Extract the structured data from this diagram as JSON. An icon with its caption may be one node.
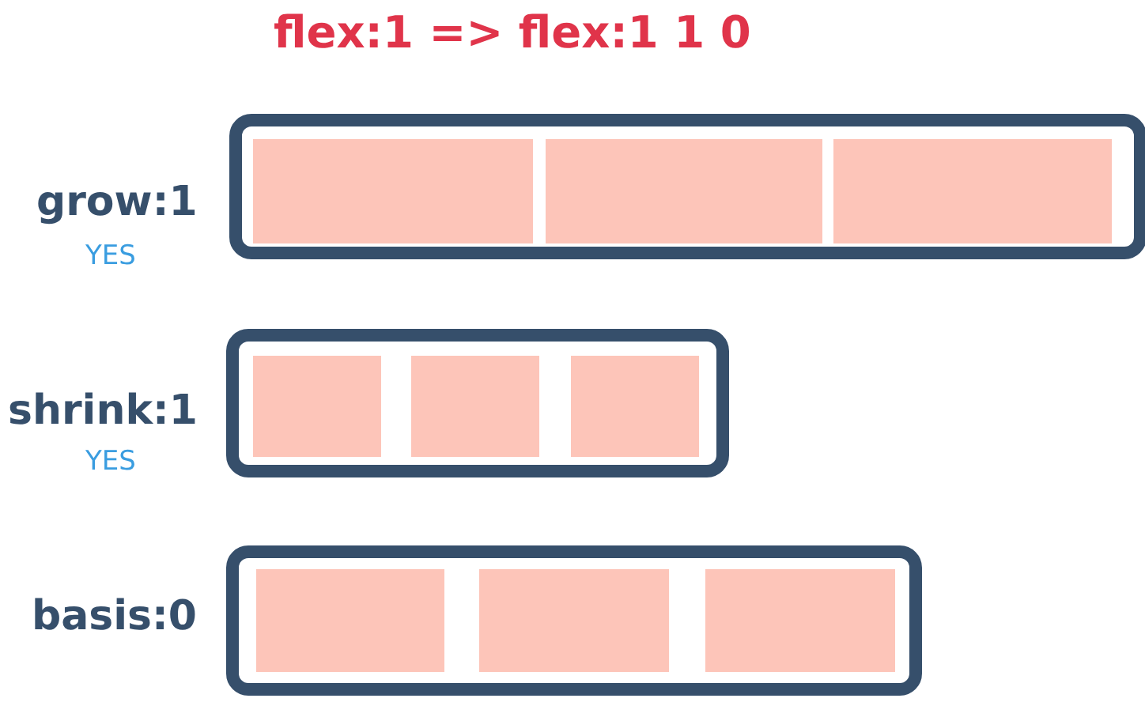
{
  "diagram": {
    "title": "flex:1 => flex:1 1 0",
    "nodes": [
      {
        "text": [],
        "shape": "box",
        "beside": [
          "grow:1",
          "YES"
        ]
      },
      {
        "text": [],
        "shape": "box",
        "in": 0
      },
      {
        "text": [],
        "shape": "box",
        "in": 0
      },
      {
        "text": [],
        "shape": "box",
        "in": 0
      },
      {
        "text": [],
        "shape": "box",
        "beside": [
          "shrink:1",
          "YES"
        ]
      },
      {
        "text": [],
        "shape": "box",
        "in": 4
      },
      {
        "text": [],
        "shape": "box",
        "in": 4
      },
      {
        "text": [],
        "shape": "box",
        "in": 4
      },
      {
        "text": [],
        "shape": "box",
        "beside": [
          "basis:0"
        ]
      },
      {
        "text": [],
        "shape": "box",
        "in": 8
      },
      {
        "text": [],
        "shape": "box",
        "in": 8
      },
      {
        "text": [],
        "shape": "box",
        "in": 8
      }
    ]
  }
}
